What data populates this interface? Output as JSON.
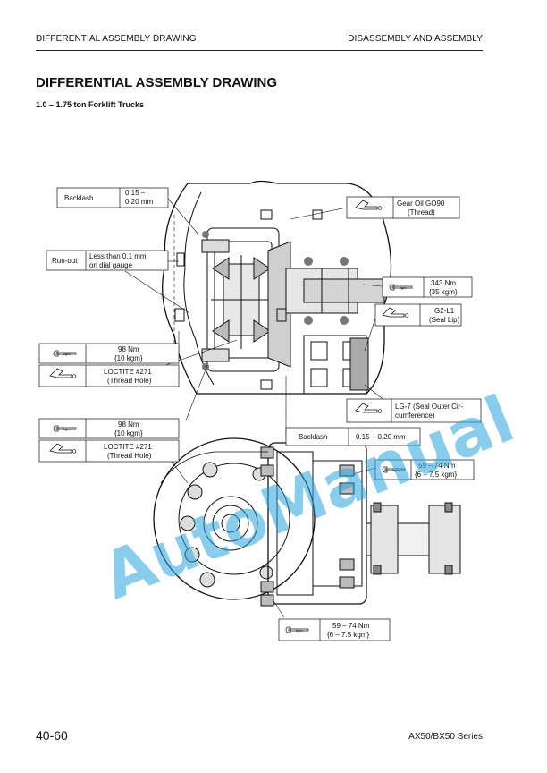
{
  "header": {
    "left": "DIFFERENTIAL ASSEMBLY DRAWING",
    "right": "DISASSEMBLY AND ASSEMBLY"
  },
  "title": "DIFFERENTIAL ASSEMBLY DRAWING",
  "subtitle": "1.0 – 1.75 ton Forklift Trucks",
  "callouts": {
    "backlash_top": {
      "label": "Backlash",
      "line1": "0.15 –",
      "line2": "0.20 mm"
    },
    "runout": {
      "label": "Run-out",
      "line1": "Less than 0.1 mm",
      "line2": "on dial gauge"
    },
    "torque_98_a": {
      "icon_text": "kgm",
      "line1": "98 Nm",
      "line2": "{10 kgm}"
    },
    "loctite_a": {
      "line1": "LOCTITE #271",
      "line2": "(Thread Hole)"
    },
    "torque_98_b": {
      "icon_text": "kgm",
      "line1": "98 Nm",
      "line2": "{10 kgm}"
    },
    "loctite_b": {
      "line1": "LOCTITE #271",
      "line2": "(Thread Hole)"
    },
    "gear_oil": {
      "line1": "Gear Oil GO90",
      "line2": "(Thread)"
    },
    "torque_343": {
      "icon_text": "kgm",
      "line1": "343 Nm",
      "line2": "{35 kgm}"
    },
    "g2l1": {
      "line1": "G2-L1",
      "line2": "(Seal Lip)"
    },
    "lg7": {
      "line1": "LG-7 (Seal Outer Cir-",
      "line2": "cumference)"
    },
    "backlash_mid": {
      "label": "Backlash",
      "value": "0.15 – 0.20 mm"
    },
    "torque_59_a": {
      "icon_text": "kgm",
      "line1": "59 – 74 Nm",
      "line2": "{6 – 7.5 kgm}"
    },
    "torque_59_b": {
      "icon_text": "kgm",
      "line1": "59 – 74 Nm",
      "line2": "{6 – 7.5 kgm}"
    }
  },
  "watermark": "AutoManual",
  "footer": {
    "page": "40-60",
    "series": "AX50/BX50 Series"
  }
}
